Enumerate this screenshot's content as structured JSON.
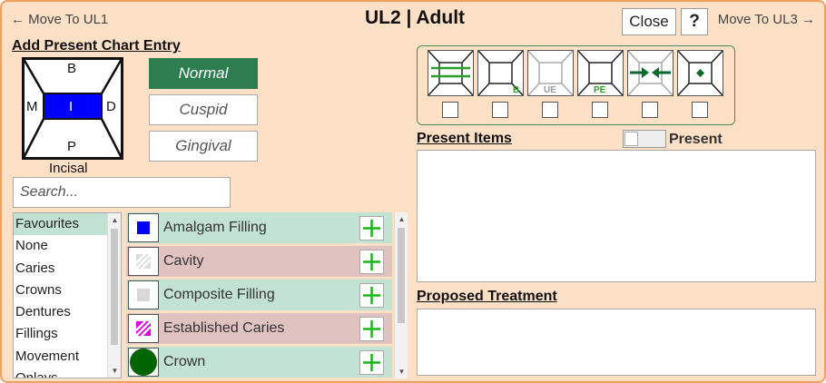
{
  "header": {
    "prev_label": "← Move To UL1",
    "title": "UL2 | Adult",
    "close_label": "Close",
    "help_label": "?",
    "next_label": "Move To UL3 →"
  },
  "chart_entry": {
    "heading": "Add Present Chart Entry",
    "tooth_labels": {
      "top": "B",
      "left": "M",
      "center": "I",
      "right": "D",
      "bottom": "P"
    },
    "tooth_caption": "Incisal",
    "options": [
      {
        "label": "Normal",
        "active": true
      },
      {
        "label": "Cuspid",
        "active": false
      },
      {
        "label": "Gingival",
        "active": false
      }
    ],
    "search_placeholder": "Search..."
  },
  "categories": {
    "selected": "Favourites",
    "items": [
      "Favourites",
      "None",
      "Caries",
      "Crowns",
      "Dentures",
      "Fillings",
      "Movement",
      "Onlays"
    ]
  },
  "items": [
    {
      "label": "Amalgam Filling",
      "swatch": "blue-square",
      "row_color": "#c2e3d4",
      "swatch_color": "#0000ff"
    },
    {
      "label": "Cavity",
      "swatch": "hatched-white-square",
      "row_color": "#e0c2c0",
      "swatch_color": "#ffffff"
    },
    {
      "label": "Composite Filling",
      "swatch": "grey-square",
      "row_color": "#c2e3d4",
      "swatch_color": "#d8d8d8"
    },
    {
      "label": "Established Caries",
      "swatch": "hatched-magenta-square",
      "row_color": "#e0c2c0",
      "swatch_color": "#dd00dd"
    },
    {
      "label": "Crown",
      "swatch": "green-circle",
      "row_color": "#c2e3d4",
      "swatch_color": "#006400"
    }
  ],
  "surface_tools": [
    {
      "name": "horizontal-lines",
      "label": ""
    },
    {
      "name": "buccal",
      "label": "B"
    },
    {
      "name": "unerupted",
      "label": "UE"
    },
    {
      "name": "partially-erupted",
      "label": "PE"
    },
    {
      "name": "space-closing",
      "label": ""
    },
    {
      "name": "diamond-center",
      "label": ""
    }
  ],
  "present": {
    "heading": "Present Items",
    "toggle_label": "Present",
    "toggle_on": false
  },
  "proposed": {
    "heading": "Proposed Treatment"
  },
  "colors": {
    "window_bg": "#fde0c6",
    "window_border": "#f0a060",
    "active_option": "#2e7d50",
    "selected_category": "#c2e3d4",
    "add_icon": "#19b819",
    "tool_green": "#2a9d2a",
    "tool_grey": "#999999"
  }
}
